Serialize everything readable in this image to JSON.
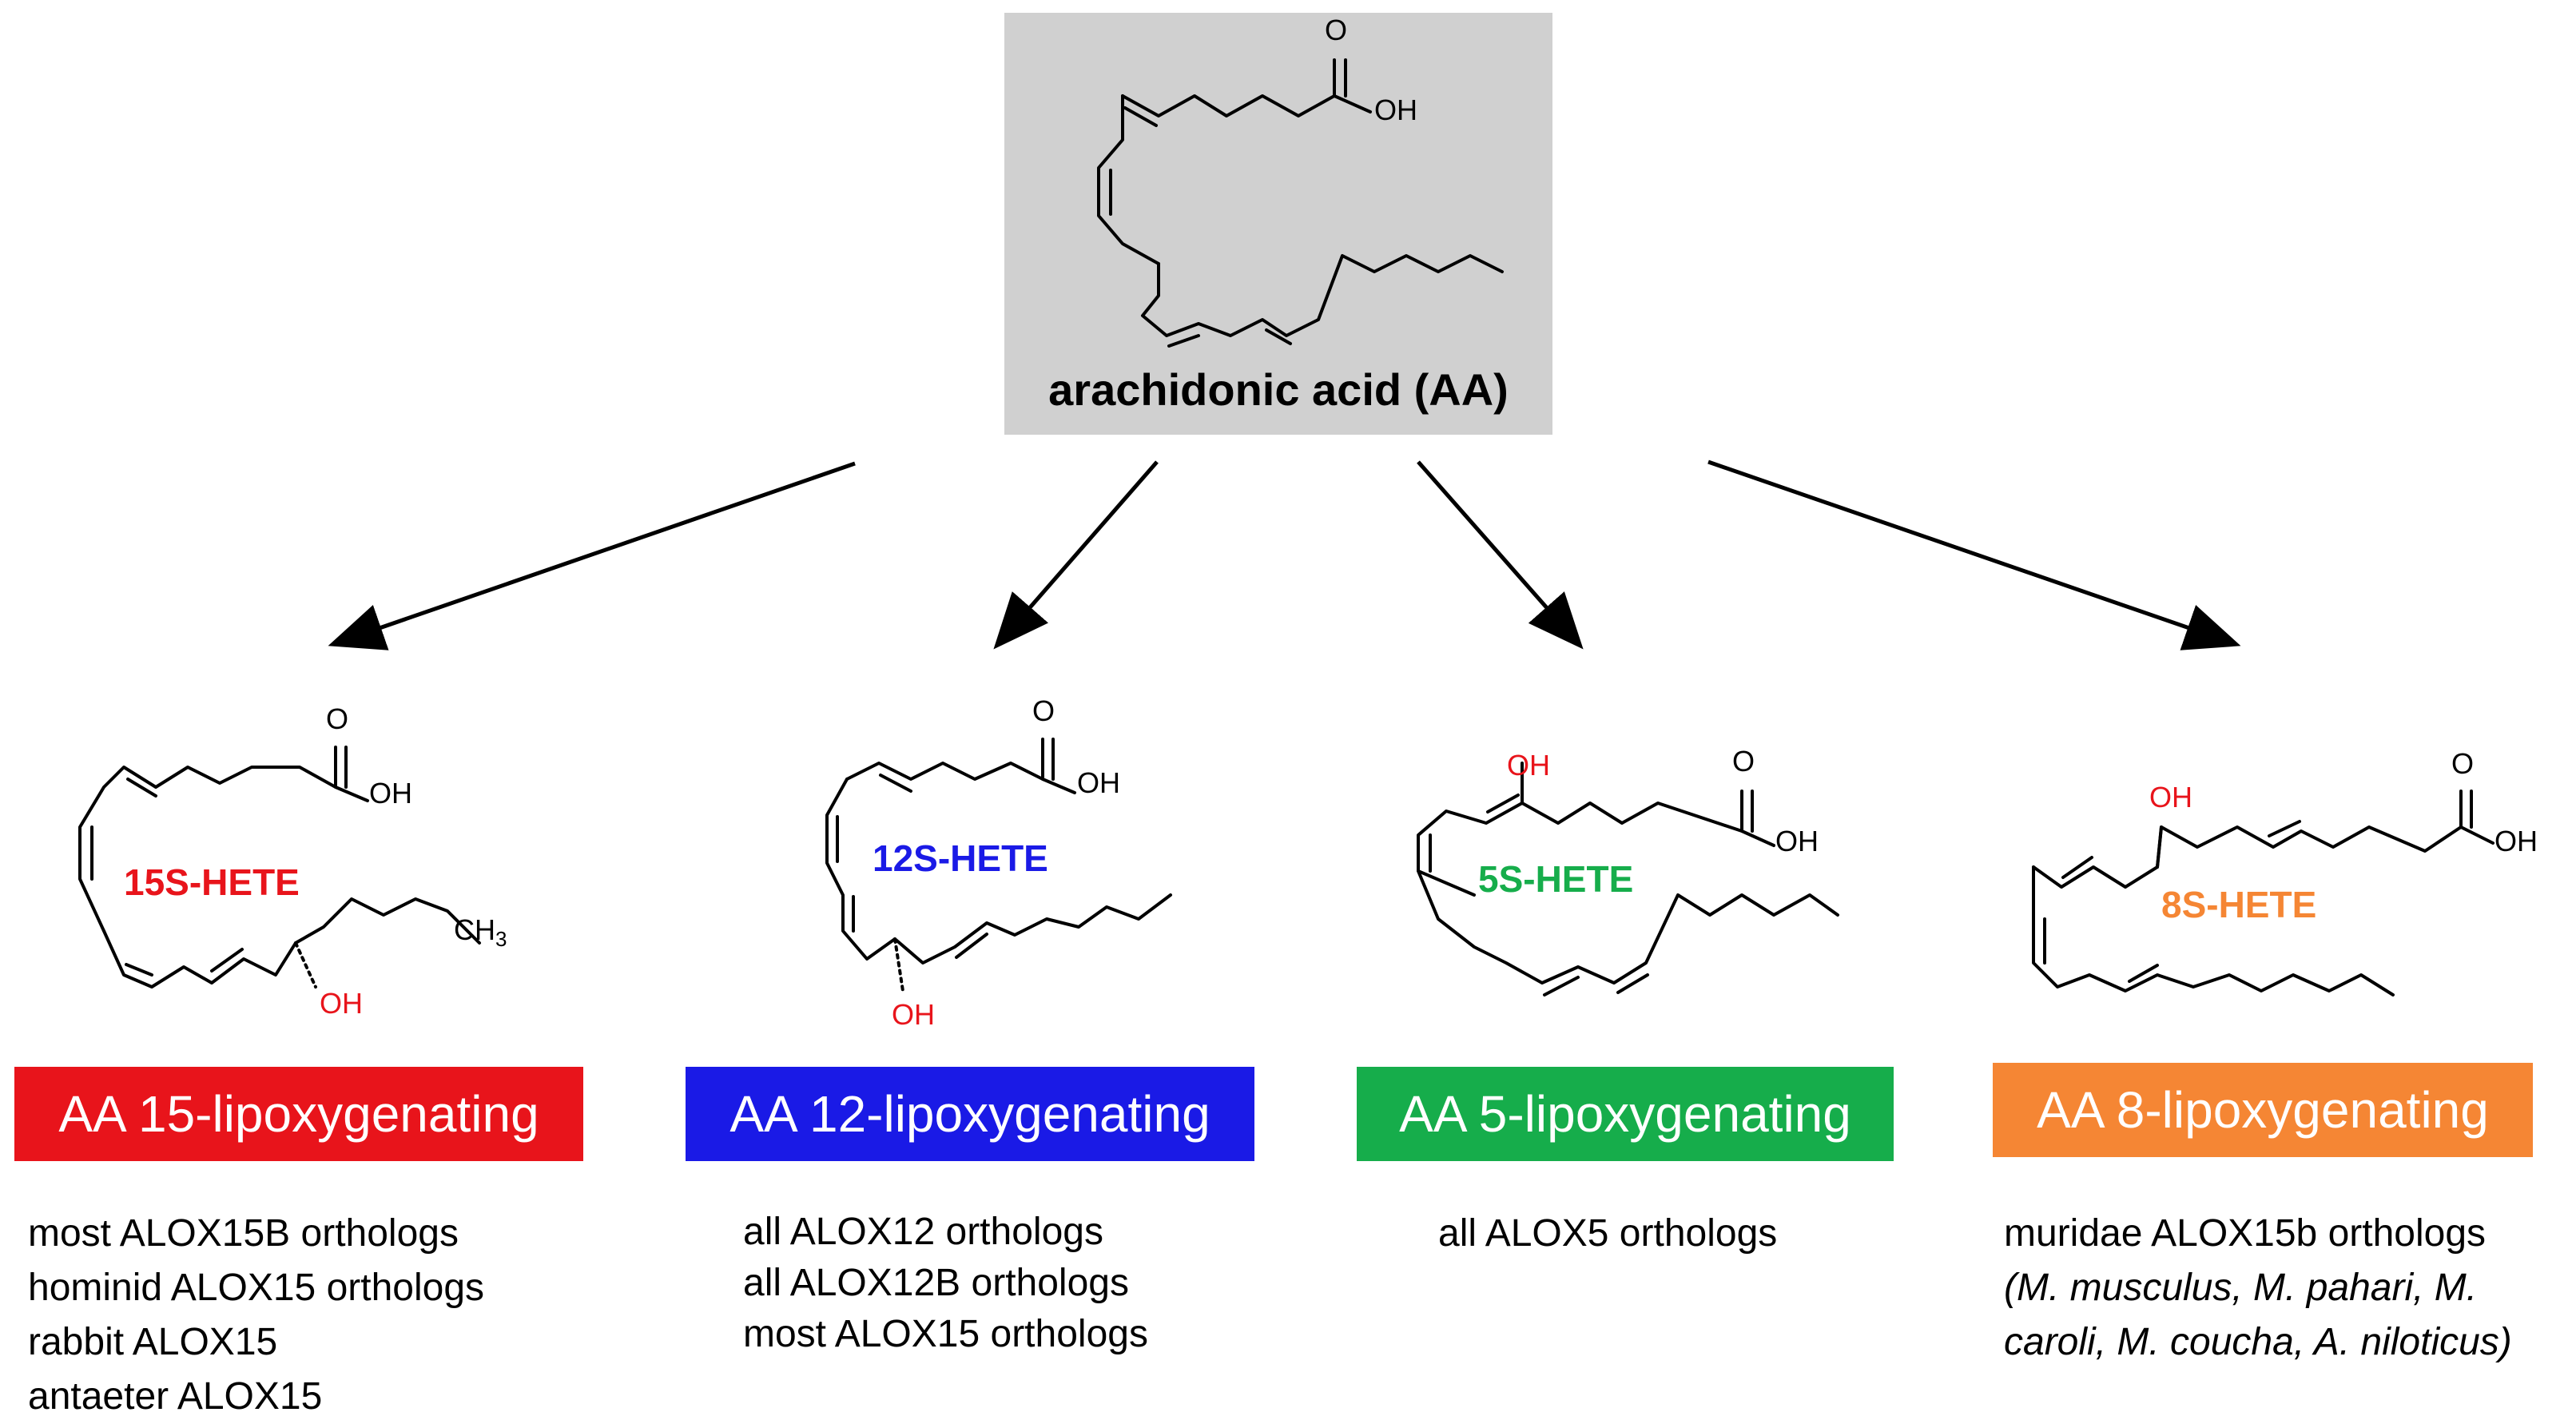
{
  "substrate": {
    "name": "arachidonic acid (AA)",
    "background": "#d0d0d0"
  },
  "atoms": {
    "o": "O",
    "oh": "OH",
    "ch3": "CH3"
  },
  "pathways": [
    {
      "product": "15S-HETE",
      "color": "#e8141b",
      "activity": "AA 15-lipoxygenating",
      "orthologs": [
        "most ALOX15B orthologs",
        "hominid ALOX15 orthologs",
        "rabbit ALOX15",
        "antaeter ALOX15"
      ]
    },
    {
      "product": "12S-HETE",
      "color": "#1a1ae6",
      "activity": "AA 12-lipoxygenating",
      "orthologs": [
        "all ALOX12 orthologs",
        "all ALOX12B orthologs",
        "most ALOX15 orthologs"
      ]
    },
    {
      "product": "5S-HETE",
      "color": "#16ad4b",
      "activity": "AA 5-lipoxygenating",
      "orthologs": [
        "all ALOX5 orthologs"
      ]
    },
    {
      "product": "8S-HETE",
      "color": "#f58634",
      "activity": "AA 8-lipoxygenating",
      "orthologs": [
        "muridae ALOX15b orthologs",
        "(M. musculus, M. pahari, M.",
        "caroli, M. coucha, A. niloticus)"
      ]
    }
  ]
}
